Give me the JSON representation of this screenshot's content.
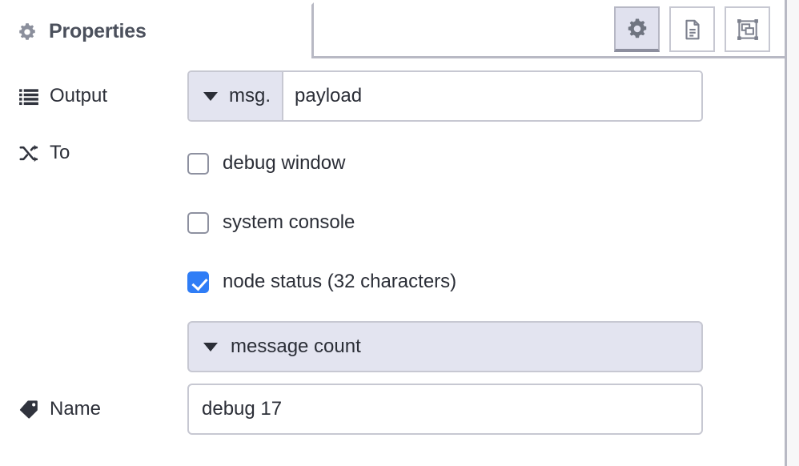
{
  "panel": {
    "tab_title": "Properties",
    "tab_icon": "gear-icon"
  },
  "toolbar": {
    "buttons": [
      {
        "name": "properties-tab-button",
        "icon": "gear-icon",
        "active": true
      },
      {
        "name": "description-tab-button",
        "icon": "document-icon",
        "active": false
      },
      {
        "name": "appearance-tab-button",
        "icon": "layout-objects-icon",
        "active": false
      }
    ]
  },
  "form": {
    "output": {
      "label": "Output",
      "icon": "list-icon",
      "prefix": "msg.",
      "prefix_caret": "chevron-down-icon",
      "value": "payload"
    },
    "to": {
      "label": "To",
      "icon": "shuffle-icon",
      "options": [
        {
          "label": "debug window",
          "checked": false
        },
        {
          "label": "system console",
          "checked": false
        },
        {
          "label": "node status (32 characters)",
          "checked": true
        }
      ],
      "status_select": {
        "value": "message count",
        "caret": "chevron-down-icon"
      }
    },
    "name": {
      "label": "Name",
      "icon": "tag-icon",
      "value": "debug 17"
    }
  },
  "colors": {
    "accent_checked": "#2f7df6",
    "lavender": "#e3e4f0",
    "border": "#c7c8d2",
    "text": "#2b2e37",
    "title": "#4b505c"
  }
}
